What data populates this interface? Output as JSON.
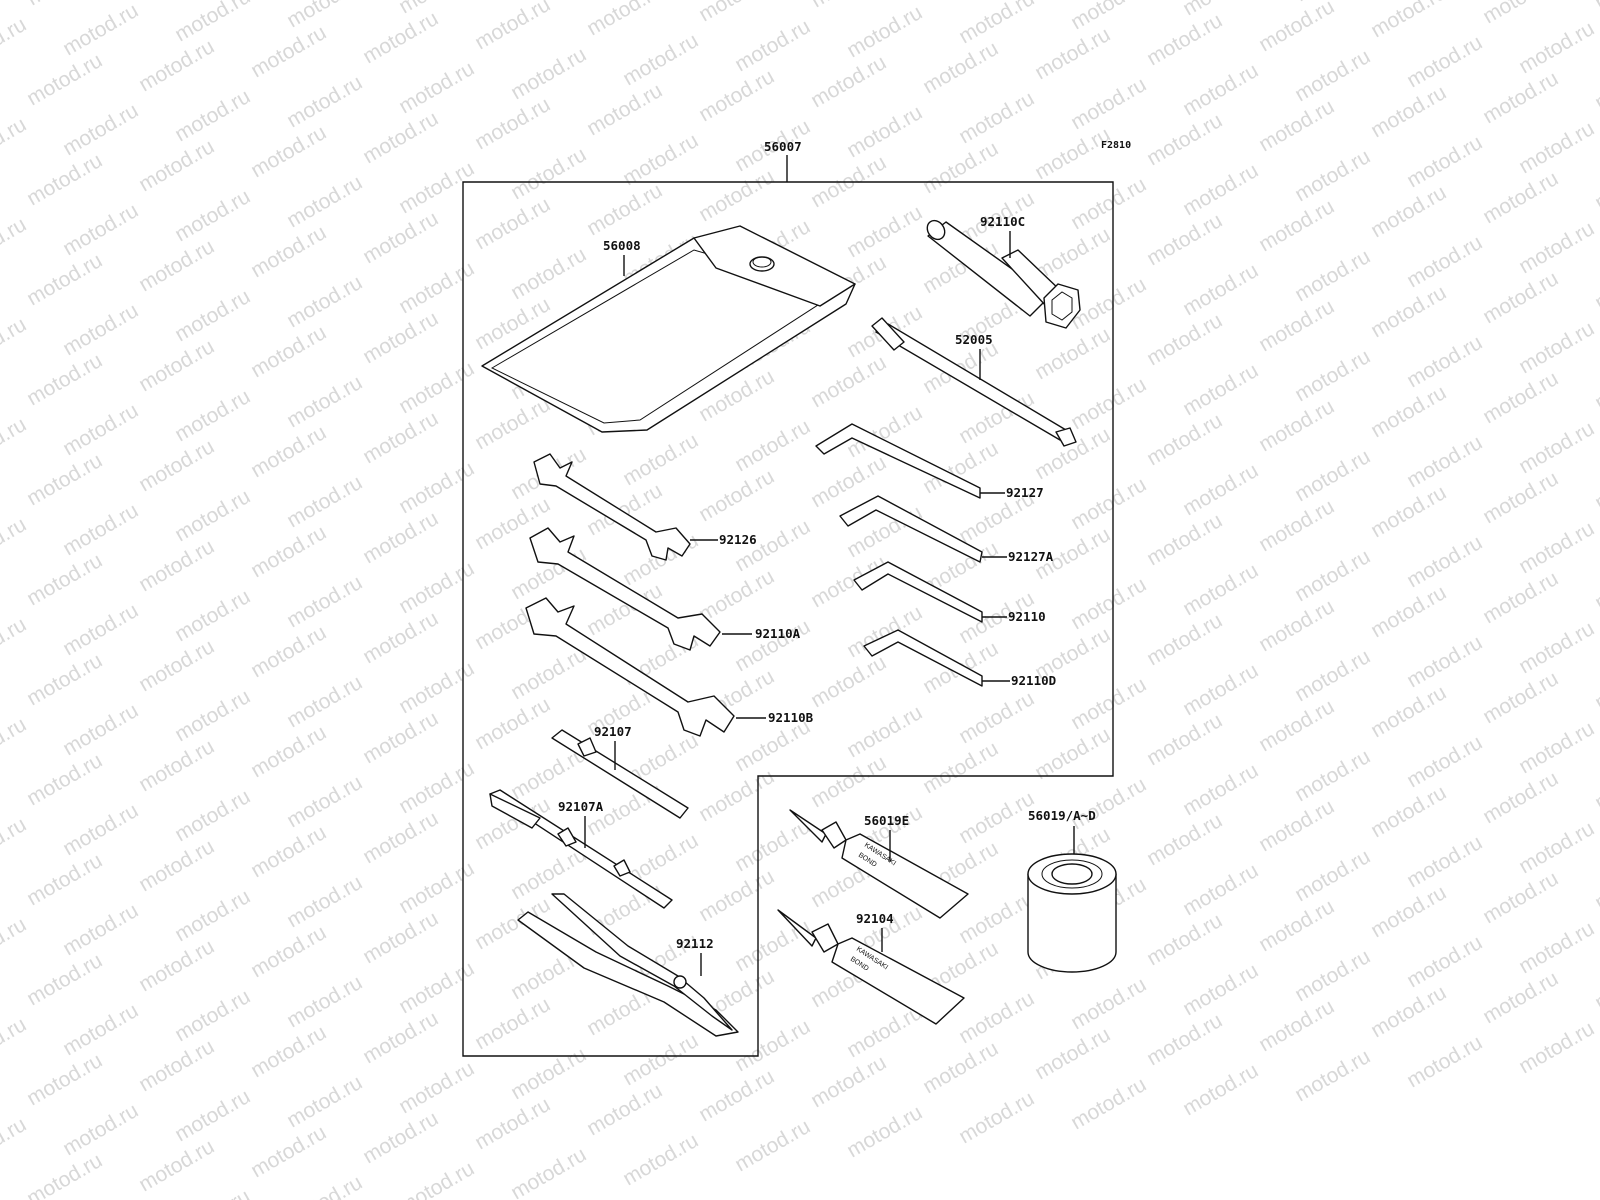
{
  "watermark": "motod.ru",
  "figure_code": "F2810",
  "kit_label": "56007",
  "labels": {
    "pouch": "56008",
    "plug_wrench": "92110C",
    "screwdriver_bit": "52005",
    "hex_92127": "92127",
    "hex_92127A": "92127A",
    "hex_92110": "92110",
    "hex_92110D": "92110D",
    "wrench_92126": "92126",
    "wrench_92110A": "92110A",
    "wrench_92110B": "92110B",
    "driver_92107": "92107",
    "driver_92107A": "92107A",
    "pliers": "92112",
    "bond_56019E": "56019E",
    "bond_92104": "92104",
    "tape_roll": "56019/A~D"
  },
  "tube_text": [
    "KAWASAKI",
    "BOND"
  ]
}
